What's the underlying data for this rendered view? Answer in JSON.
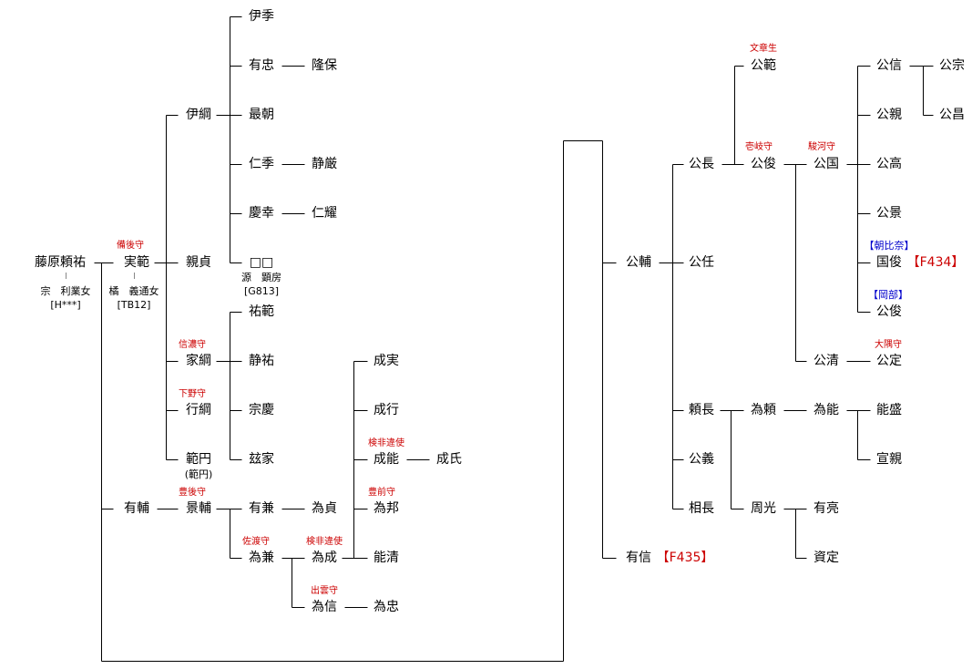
{
  "persons": {
    "yorisuke": "藤原頼祐",
    "sanenori": "実範",
    "korezuna": "伊綱",
    "chikasada": "親貞",
    "iezuna": "家綱",
    "yukizuna": "行綱",
    "noriyen": "範円",
    "arisuke": "有輔",
    "kagesuke": "景輔",
    "korezue": "伊季",
    "aritada": "有忠",
    "takayasu": "隆保",
    "saicho": "最朝",
    "nisue": "仁季",
    "seigen": "静厳",
    "keiko": "慶幸",
    "nichiyo": "仁耀",
    "unknown": "□□",
    "sukenori": "祐範",
    "shizusuke": "静祐",
    "munechika": "宗慶",
    "yaie": "玆家",
    "arikane": "有兼",
    "tamesada": "為貞",
    "tamekane": "為兼",
    "tamenari": "為成",
    "tamenobu": "為信",
    "tametada": "為忠",
    "narizane": "成実",
    "nariyuki": "成行",
    "nariyoshi": "成能",
    "nariuji": "成氏",
    "tamekuni": "為邦",
    "yoshikiyo": "能清",
    "kinsuke": "公輔",
    "arinobu": "有信",
    "kinnaga": "公長",
    "kinto": "公任",
    "yorinaga": "頼長",
    "kinyoshi": "公義",
    "sukenaga": "相長",
    "kinnori": "公範",
    "kintoshi": "公俊",
    "kinkuni": "公国",
    "kinkiyo": "公清",
    "kinsada": "公定",
    "kinnobu": "公信",
    "kinchika": "公親",
    "kintaka": "公高",
    "kinkage": "公景",
    "kunitoshi": "国俊",
    "kintoshi2": "公俊",
    "kinmune": "公宗",
    "kinmasa": "公昌",
    "tameyori": "為頼",
    "tameyoshi": "為能",
    "yoshimori": "能盛",
    "nobuchika": "宣親",
    "chikamitsu": "周光",
    "arisuke2": "有亮",
    "sukesada": "資定"
  },
  "offices": {
    "sanenori": "備後守",
    "iezuna": "信濃守",
    "yukizuna": "下野守",
    "kagesuke": "豊後守",
    "tamekane": "佐渡守",
    "tamenari": "検非違使",
    "tamenobu": "出雲守",
    "nariyoshi": "検非違使",
    "tamekuni": "豊前守",
    "kinnori": "文章生",
    "kintoshi": "壱岐守",
    "kinkuni": "駿河守",
    "kinsada": "大隅守"
  },
  "spouses": {
    "yorisuke_wife": "宗　利業女",
    "yorisuke_ref": "[H***]",
    "sanenori_wife": "橘　義通女",
    "sanenori_ref": "[TB12]",
    "unknown_name": "源　顕房",
    "unknown_ref": "[G813]",
    "noriyen_alt": "(範円)"
  },
  "clans": {
    "kunitoshi": "【朝比奈】",
    "kintoshi2": "【岡部】"
  },
  "refs": {
    "kunitoshi": "【F434】",
    "arinobu": "【F435】"
  }
}
